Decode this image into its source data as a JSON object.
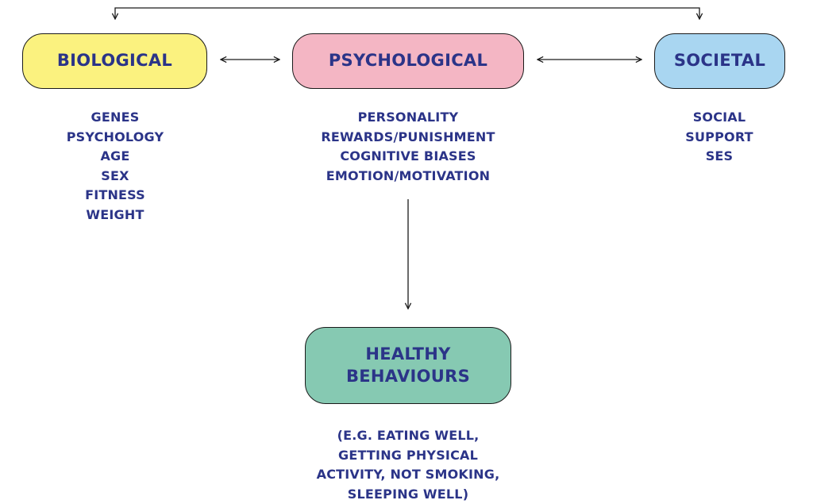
{
  "boxes": {
    "biological": {
      "label": "BIOLOGICAL",
      "color": "#fbf27f"
    },
    "psychological": {
      "label": "PSYCHOLOGICAL",
      "color": "#f4b6c4"
    },
    "societal": {
      "label": "SOCIETAL",
      "color": "#a9d6f1"
    },
    "healthy_behaviours": {
      "label_line1": "HEALTHY",
      "label_line2": "BEHAVIOURS",
      "color": "#86c9b2"
    }
  },
  "lists": {
    "biological": [
      "GENES",
      "PSYCHOLOGY",
      "AGE",
      "SEX",
      "FITNESS",
      "WEIGHT"
    ],
    "psychological": [
      "PERSONALITY",
      "REWARDS/PUNISHMENT",
      "COGNITIVE BIASES",
      "EMOTION/MOTIVATION"
    ],
    "societal": [
      "SOCIAL",
      "SUPPORT",
      "SES"
    ],
    "healthy_behaviours": [
      "(E.G. EATING WELL,",
      "GETTING PHYSICAL",
      "ACTIVITY, NOT SMOKING,",
      "SLEEPING WELL)"
    ]
  },
  "colors": {
    "text": "#2b3488",
    "line": "#1a1a1a"
  }
}
